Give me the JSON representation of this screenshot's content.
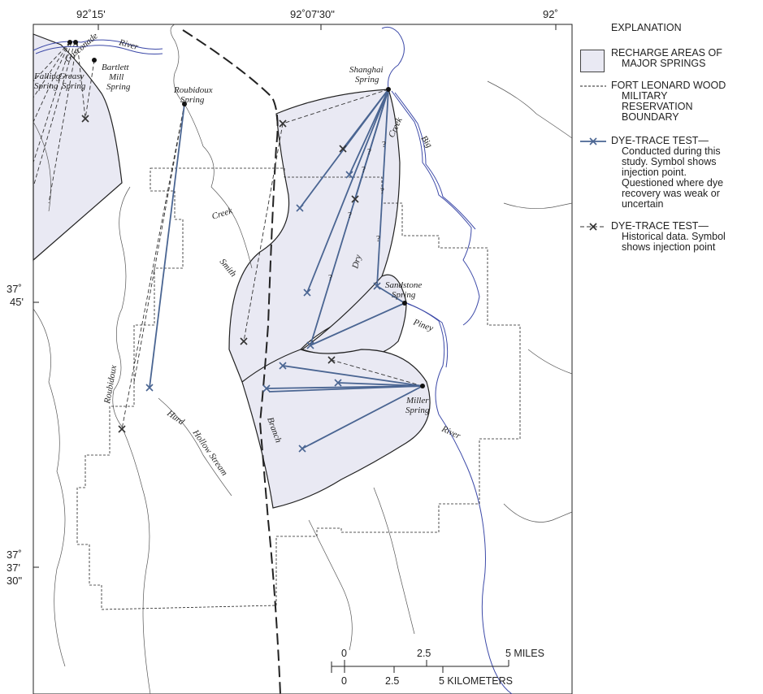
{
  "map": {
    "coordinates": {
      "lon_1": "92˚15'",
      "lon_2": "92˚07'30\"",
      "lon_3": "92˚",
      "lat_1_deg": "37˚",
      "lat_1_min": "45'",
      "lat_2_deg": "37˚",
      "lat_2_min": "37'",
      "lat_2_sec": "30\""
    },
    "springs": {
      "shanghai_1": "Shanghai",
      "shanghai_2": "Spring",
      "roubidoux_1": "Roubidoux",
      "roubidoux_2": "Spring",
      "bartlett_1": "Bartlett",
      "bartlett_2": "Mill",
      "bartlett_3": "Spring",
      "sandstone_1": "Sandstone",
      "sandstone_2": "Spring",
      "miller_1": "Miller",
      "miller_2": "Spring",
      "falling": "Falling",
      "greasy": "Greasy",
      "spring_a": "Spring",
      "spring_b": "Spring"
    },
    "streams": {
      "gasconade": "Gasconade",
      "river_top": "River",
      "big": "Big",
      "creek_big": "Creek",
      "creek_smith": "Creek",
      "smith": "Smith",
      "dry": "Dry",
      "piney": "Piney",
      "river_piney": "River",
      "roubidoux": "Roubidoux",
      "hurd": "Hurd",
      "hollow_stream": "Hollow Stream",
      "branch": "Branch"
    },
    "question_mark": "?"
  },
  "legend": {
    "title": "EXPLANATION",
    "recharge_1": "RECHARGE AREAS OF",
    "recharge_2": "MAJOR SPRINGS",
    "boundary_1": "FORT LEONARD WOOD",
    "boundary_2": "MILITARY",
    "boundary_3": "RESERVATION",
    "boundary_4": "BOUNDARY",
    "dye_1": "DYE-TRACE TEST—",
    "dye_2": "Conducted during this",
    "dye_3": "study. Symbol shows",
    "dye_4": "injection point.",
    "dye_5": "Questioned where dye",
    "dye_6": "recovery was weak or",
    "dye_7": "uncertain",
    "hist_1": "DYE-TRACE TEST—",
    "hist_2": "Historical data. Symbol",
    "hist_3": "shows injection point"
  },
  "scale": {
    "miles": [
      "0",
      "2.5",
      "5 MILES"
    ],
    "kilometers": [
      "0",
      "2.5",
      "5 KILOMETERS"
    ]
  },
  "colors": {
    "recharge_fill": "#e9e9f3",
    "dye_trace": "#4a6592",
    "streams": "#3d4aa8",
    "historical": "#333333"
  }
}
